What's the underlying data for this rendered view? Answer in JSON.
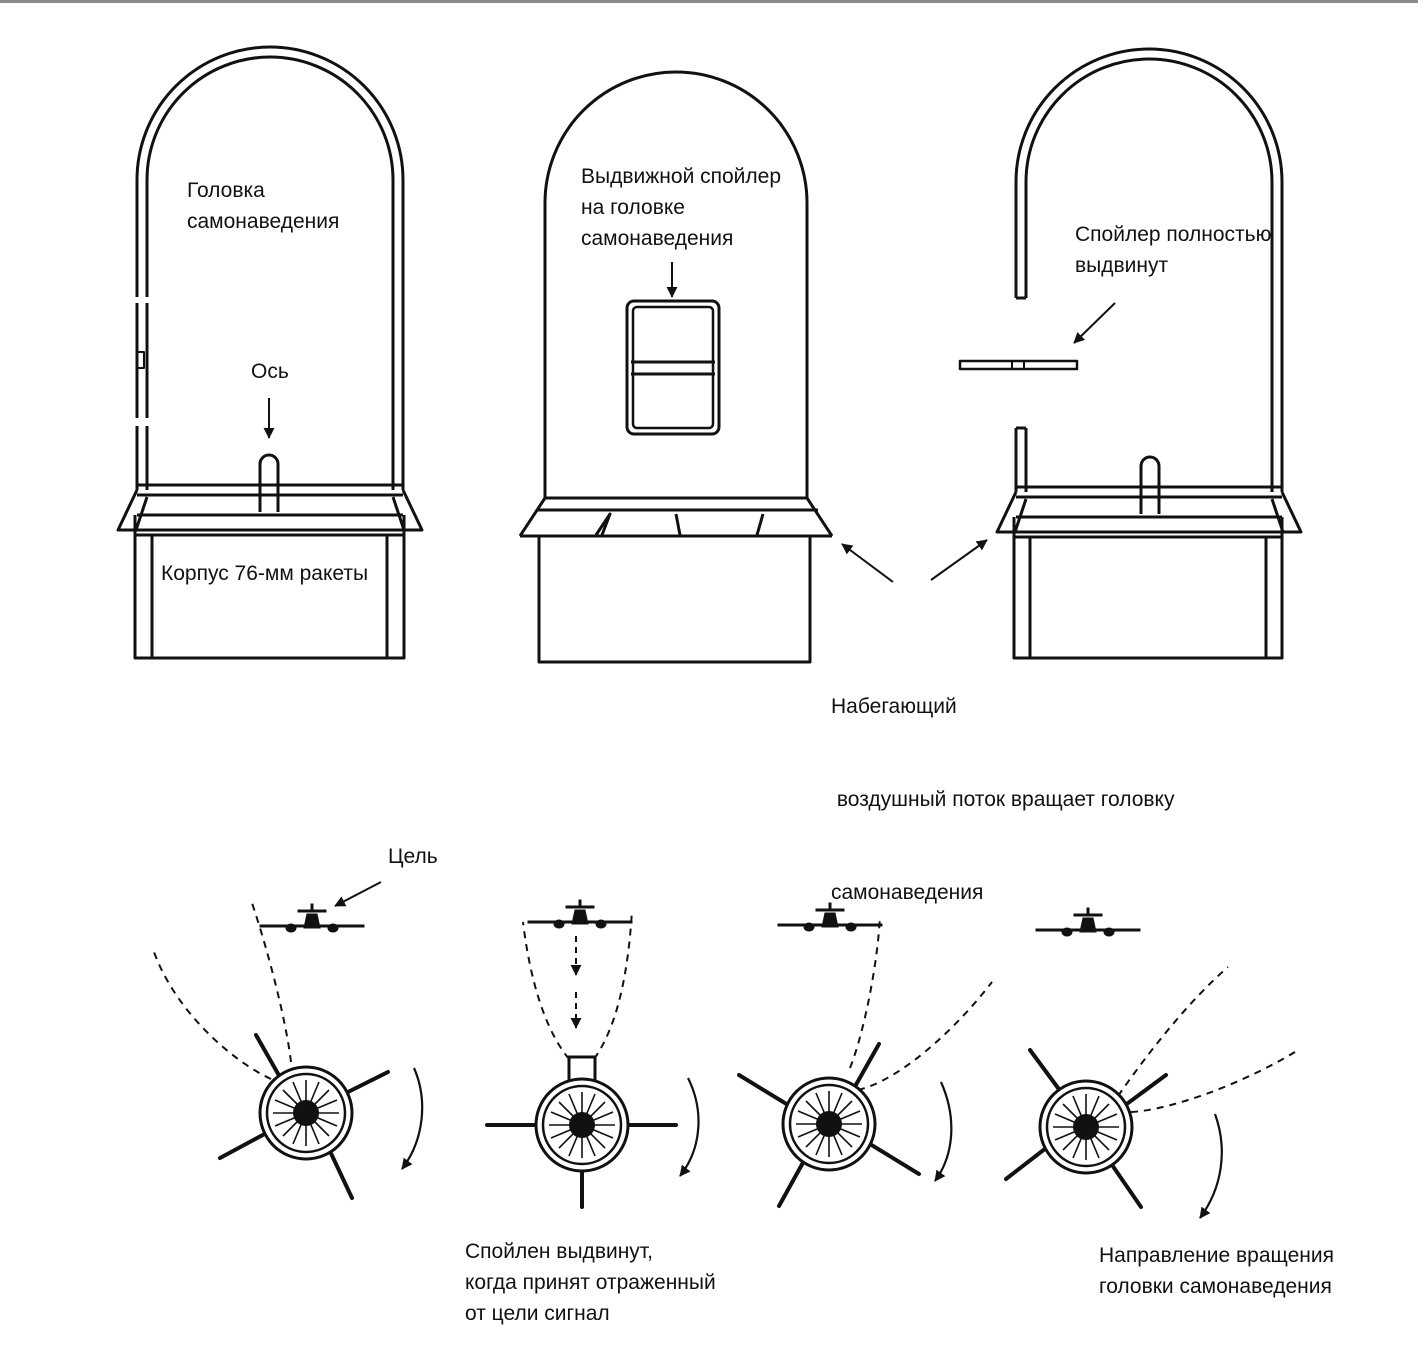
{
  "labels": {
    "seeker_head": [
      "Головка",
      "самонаведения"
    ],
    "axis": "Ось",
    "body": "Корпус 76-мм ракеты",
    "spoiler_retractable": [
      "Выдвижной спойлер",
      "на головке",
      "самонаведения"
    ],
    "spoiler_full": [
      "Спойлер полностью",
      "выдвинут"
    ],
    "airflow": [
      "Набегающий",
      " воздушный поток вращает головку",
      "самонаведения"
    ],
    "target": "Цель",
    "spoiler_signal": [
      "Спойлен выдвинут,",
      "когда принят отраженный",
      "от цели сигнал"
    ],
    "rotation_direction": [
      "Направление вращения",
      "головки самонаведения"
    ]
  },
  "colors": {
    "ink": "#111111",
    "background": "#ffffff",
    "top_rule": "#8a8a8a"
  },
  "icons": [
    "aircraft-icon",
    "missile-head-icon",
    "arrow-icon"
  ]
}
